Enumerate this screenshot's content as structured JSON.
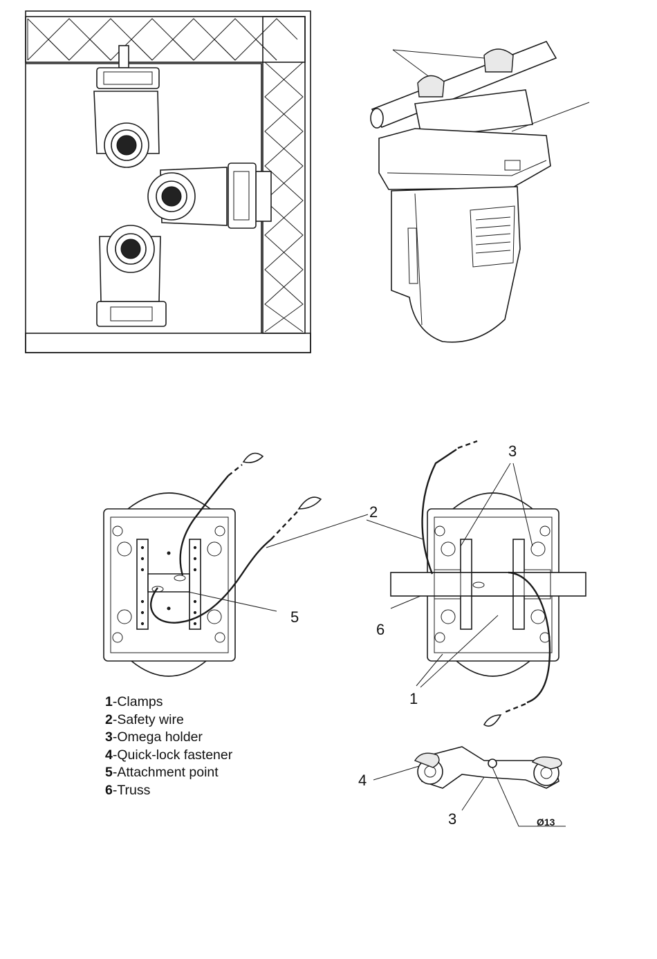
{
  "callouts": {
    "clamps": "1",
    "safety_wire": "2",
    "omega_holder": "3",
    "quick_lock": "4",
    "attachment_point": "5",
    "truss": "6",
    "diameter": "Ø13"
  },
  "legend": [
    {
      "num": "1",
      "text": "-Clamps"
    },
    {
      "num": "2",
      "text": "-Safety wire"
    },
    {
      "num": "3",
      "text": "-Omega holder"
    },
    {
      "num": "4",
      "text": "-Quick-lock fastener"
    },
    {
      "num": "5",
      "text": "-Attachment point"
    },
    {
      "num": "6",
      "text": "-Truss"
    }
  ]
}
